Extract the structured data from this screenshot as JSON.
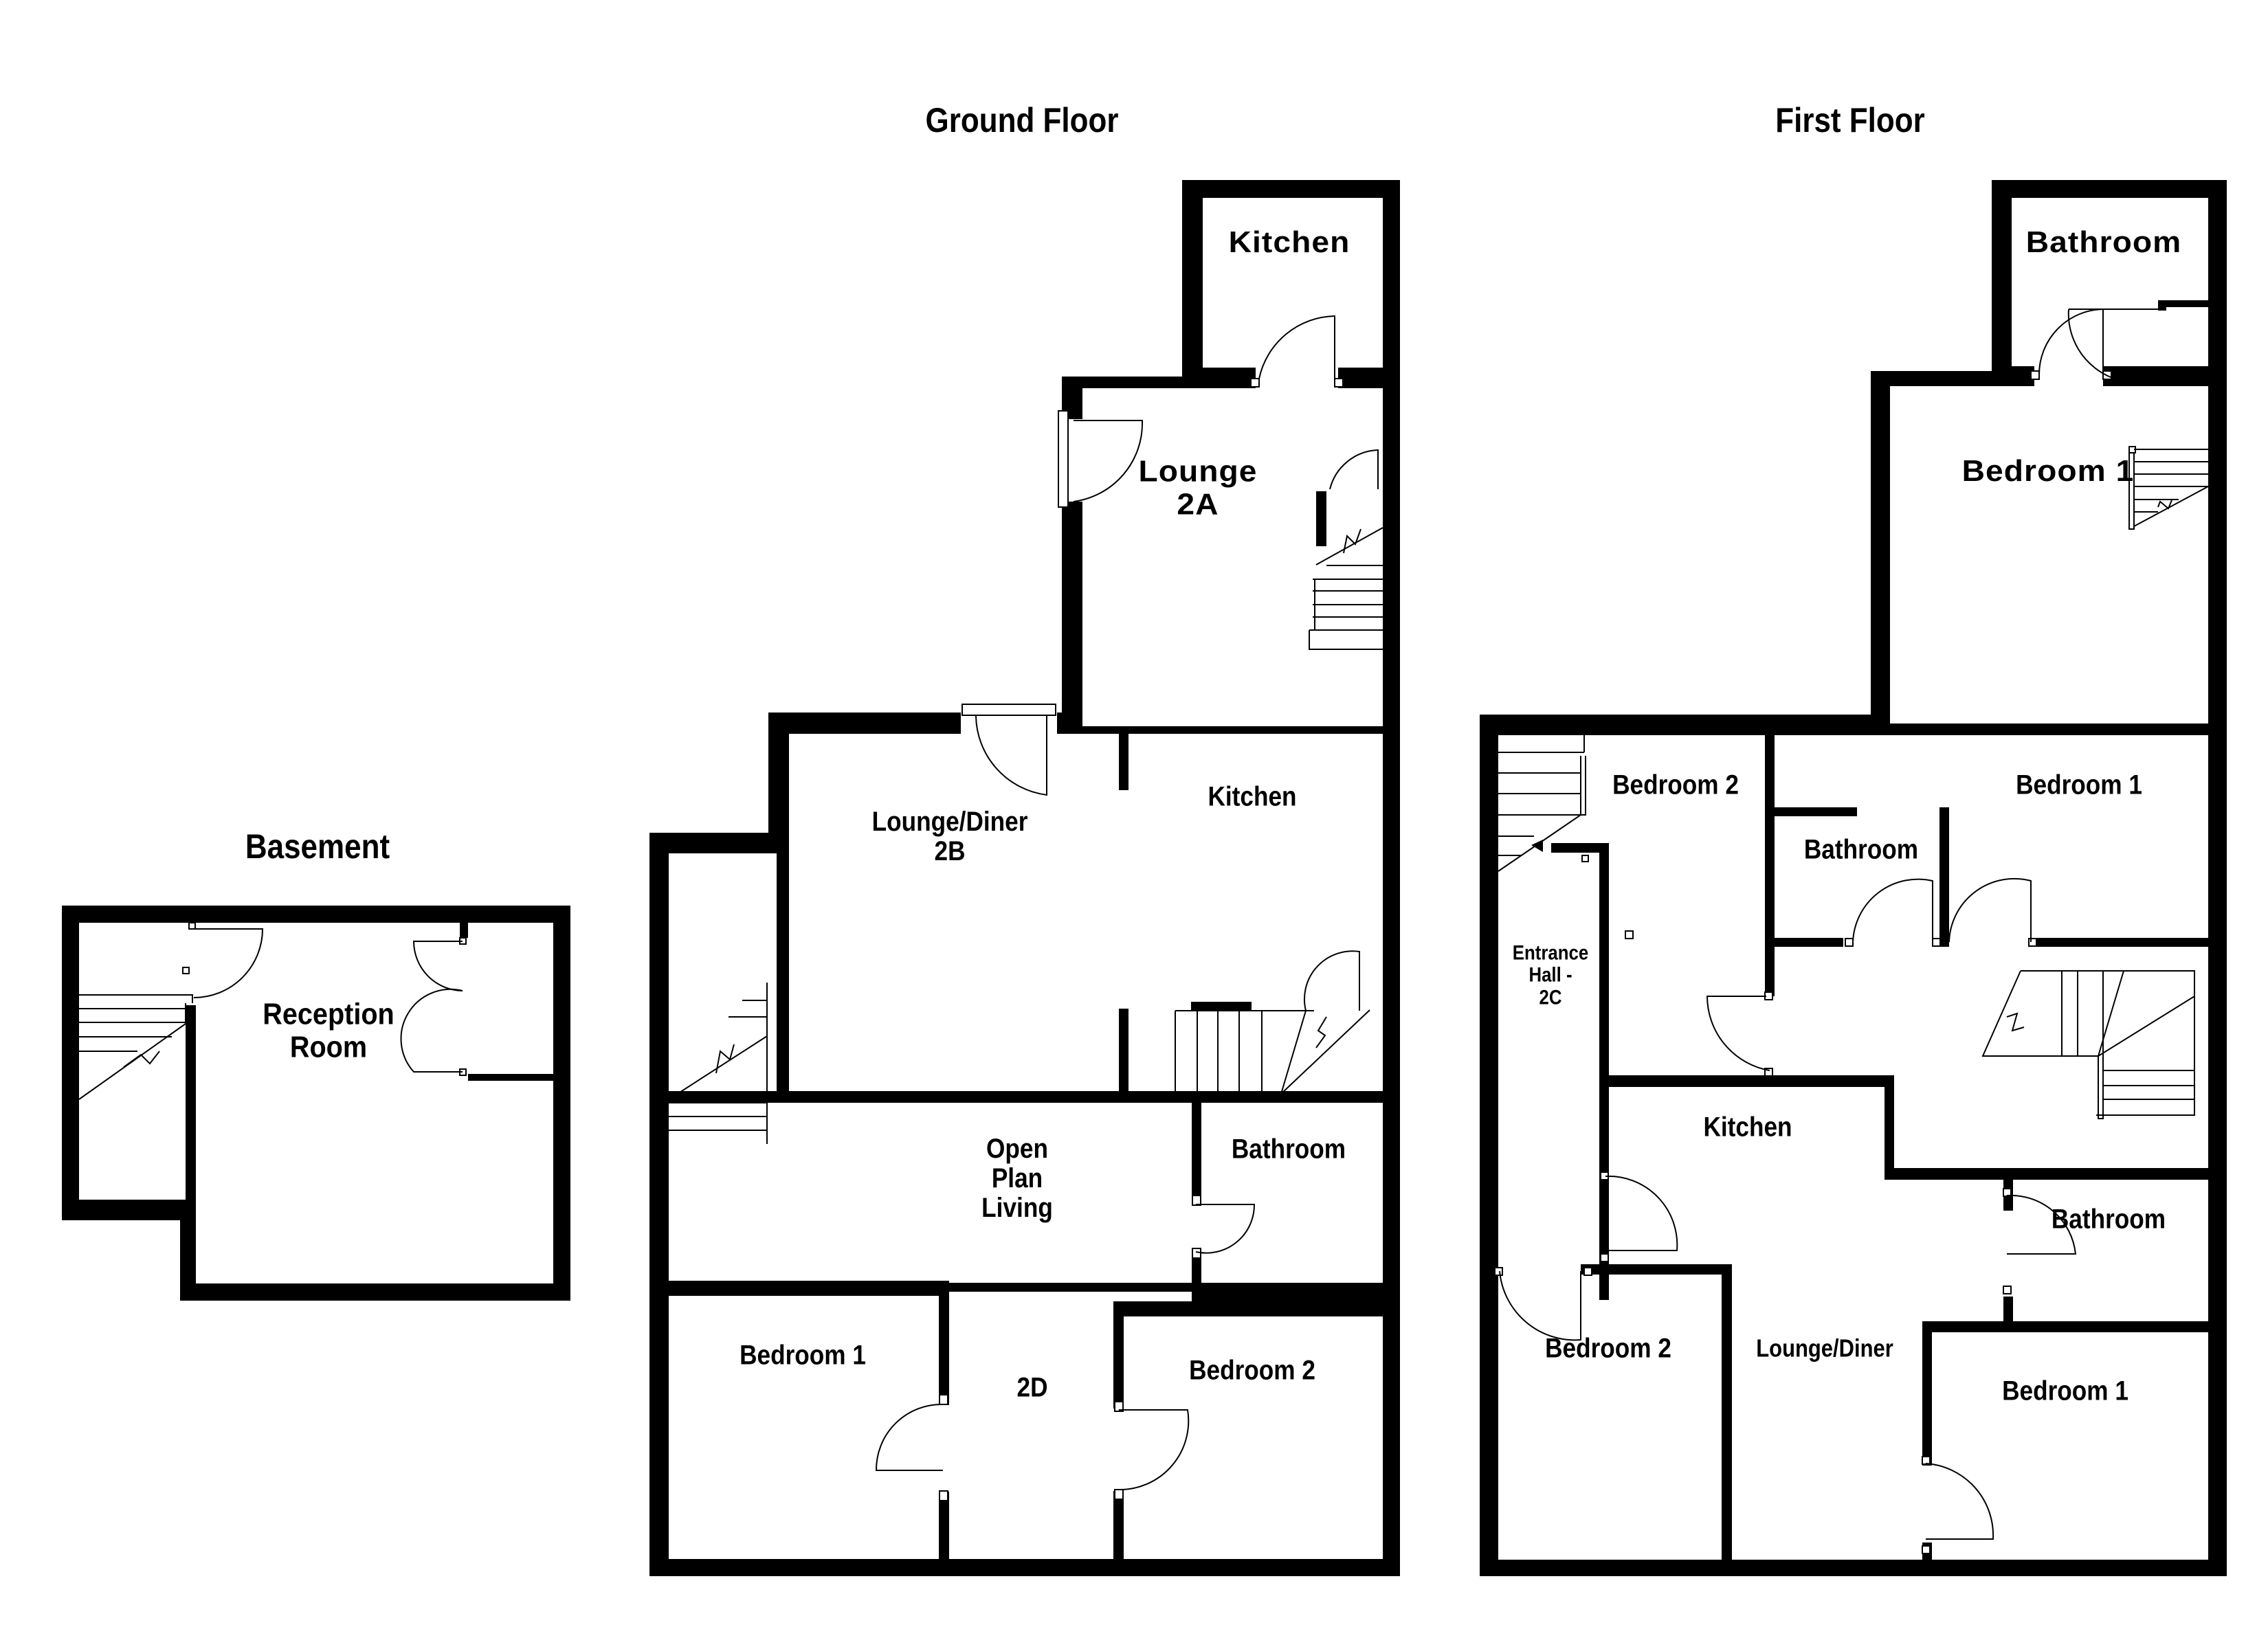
{
  "colors": {
    "wall": "#000000",
    "background": "#ffffff"
  },
  "floors": {
    "basement": {
      "title": "Basement",
      "rooms": [
        {
          "id": "reception-room",
          "label": "Reception\nRoom"
        }
      ]
    },
    "ground": {
      "title": "Ground Floor",
      "rooms": [
        {
          "id": "kitchen-2a",
          "label": "Kitchen"
        },
        {
          "id": "lounge-2a",
          "label": "Lounge\n2A"
        },
        {
          "id": "lounge-diner-2b",
          "label": "Lounge/Diner\n2B"
        },
        {
          "id": "kitchen-2b",
          "label": "Kitchen"
        },
        {
          "id": "open-plan-living-2d",
          "label": "Open\nPlan\nLiving"
        },
        {
          "id": "bathroom-2d",
          "label": "Bathroom"
        },
        {
          "id": "bedroom-1-2d",
          "label": "Bedroom 1"
        },
        {
          "id": "flat-2d",
          "label": "2D"
        },
        {
          "id": "bedroom-2-2d",
          "label": "Bedroom 2"
        }
      ]
    },
    "first": {
      "title": "First Floor",
      "rooms": [
        {
          "id": "bathroom-top",
          "label": "Bathroom"
        },
        {
          "id": "bedroom-1-top",
          "label": "Bedroom 1"
        },
        {
          "id": "bedroom-2-mid",
          "label": "Bedroom 2"
        },
        {
          "id": "bedroom-1-mid",
          "label": "Bedroom 1"
        },
        {
          "id": "bathroom-mid",
          "label": "Bathroom"
        },
        {
          "id": "entrance-hall-2c",
          "label": "Entrance\nHall -\n2C"
        },
        {
          "id": "kitchen-2c",
          "label": "Kitchen"
        },
        {
          "id": "bathroom-low",
          "label": "Bathroom"
        },
        {
          "id": "bedroom-2-low",
          "label": "Bedroom 2"
        },
        {
          "id": "lounge-diner-2c",
          "label": "Lounge/Diner"
        },
        {
          "id": "bedroom-1-low",
          "label": "Bedroom 1"
        }
      ]
    }
  }
}
